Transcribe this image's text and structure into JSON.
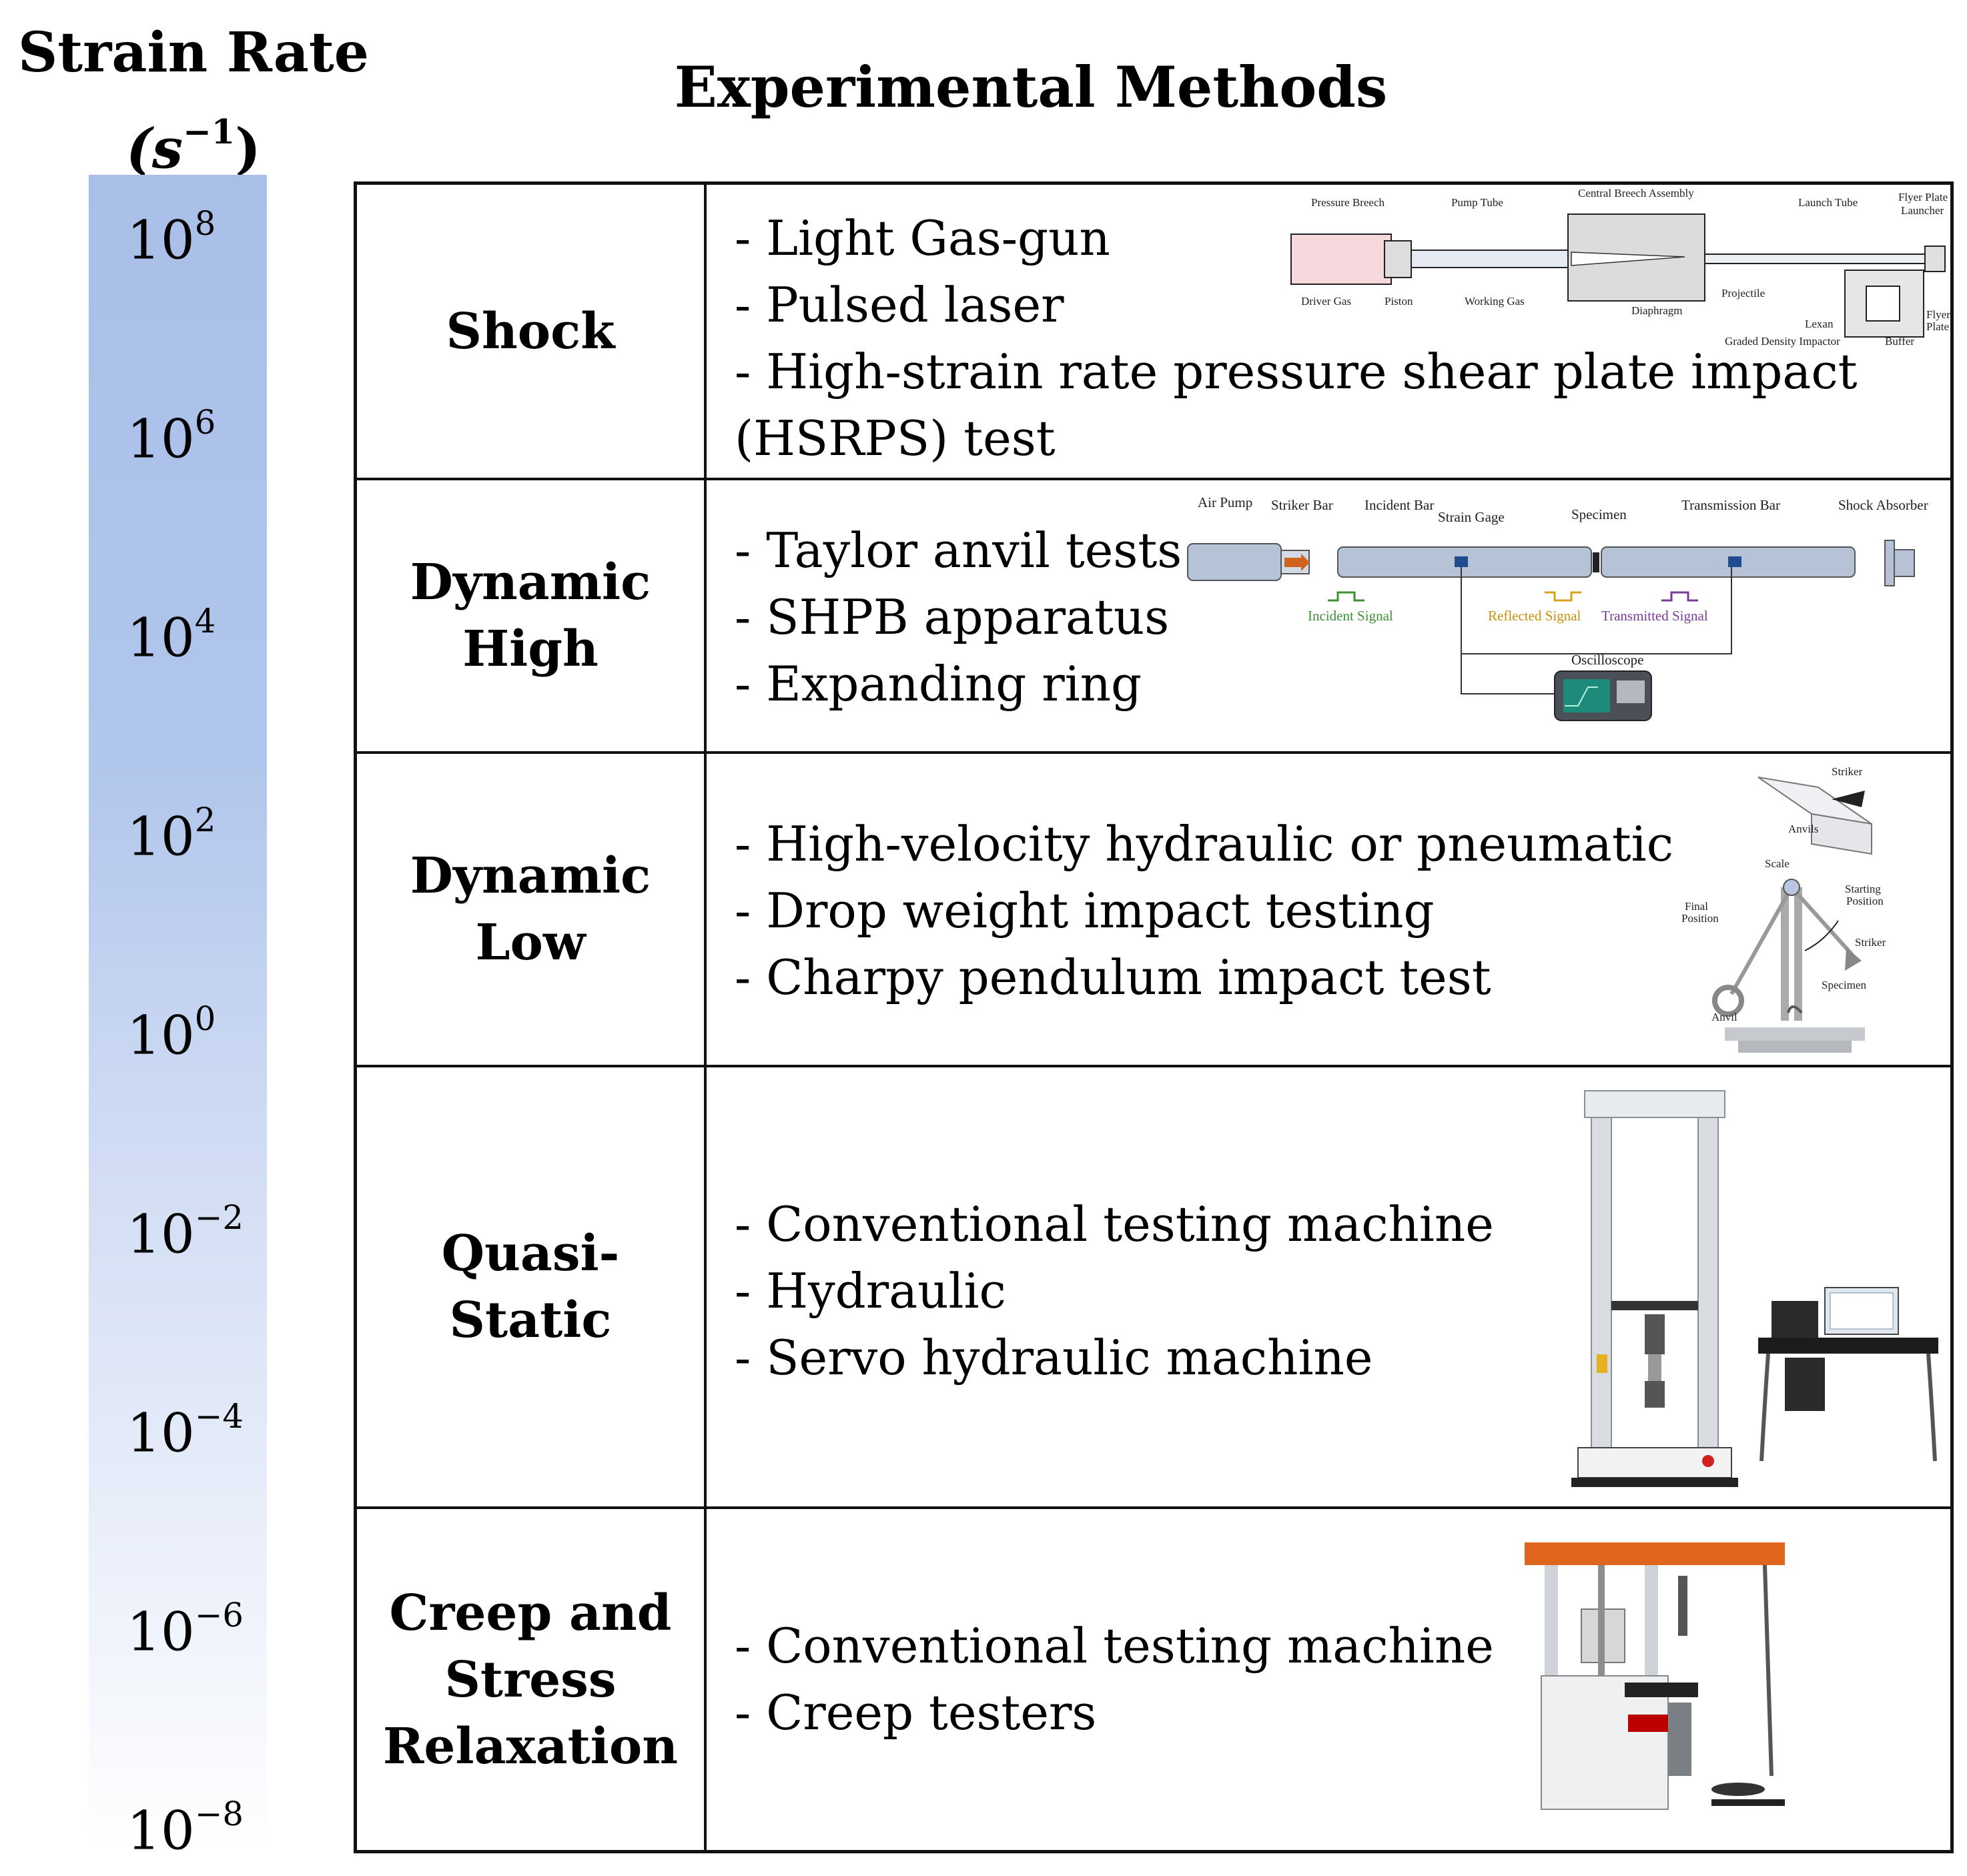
{
  "axis": {
    "title": "Strain  Rate",
    "unit_base": "(s",
    "unit_exp": "−1",
    "unit_close": ")",
    "ticks": [
      {
        "base": "10",
        "exp": "8"
      },
      {
        "base": "10",
        "exp": "6"
      },
      {
        "base": "10",
        "exp": "4"
      },
      {
        "base": "10",
        "exp": "2"
      },
      {
        "base": "10",
        "exp": "0"
      },
      {
        "base": "10",
        "exp": "−2"
      },
      {
        "base": "10",
        "exp": "−4"
      },
      {
        "base": "10",
        "exp": "−6"
      },
      {
        "base": "10",
        "exp": "−8"
      }
    ],
    "gradient_top_color": "#a9bfe8",
    "gradient_bottom_color": "#ffffff"
  },
  "header": {
    "title": "Experimental Methods"
  },
  "rows": [
    {
      "category": [
        "Shock"
      ],
      "methods": [
        "- Light Gas-gun",
        "- Pulsed laser",
        "- High-strain rate pressure shear plate impact",
        "(HSRPS) test"
      ]
    },
    {
      "category": [
        "Dynamic",
        "High"
      ],
      "methods": [
        "- Taylor anvil tests",
        "- SHPB apparatus",
        "- Expanding ring"
      ]
    },
    {
      "category": [
        "Dynamic",
        "Low"
      ],
      "methods": [
        "- High-velocity hydraulic or pneumatic",
        "- Drop weight impact testing",
        "- Charpy pendulum impact test"
      ]
    },
    {
      "category": [
        "Quasi-",
        "Static"
      ],
      "methods": [
        "- Conventional testing machine",
        "- Hydraulic",
        "- Servo hydraulic machine"
      ]
    },
    {
      "category": [
        "Creep and",
        "Stress",
        "Relaxation"
      ],
      "methods": [
        "- Conventional testing machine",
        "- Creep testers"
      ]
    }
  ],
  "gasgun": {
    "pressure_breech": "Pressure Breech",
    "pump_tube": "Pump Tube",
    "central_breech": "Central Breech Assembly",
    "launch_tube": "Launch Tube",
    "flyer_launcher": "Flyer Plate",
    "flyer_launcher2": "Launcher",
    "driver_gas": "Driver Gas",
    "piston": "Piston",
    "working_gas": "Working Gas",
    "diaphragm": "Diaphragm",
    "projectile": "Projectile",
    "lexan": "Lexan",
    "flyer": "Flyer",
    "plate": "Plate",
    "graded": "Graded Density Impactor",
    "buffer": "Buffer"
  },
  "shpb": {
    "air_pump": "Air Pump",
    "striker_bar": "Striker Bar",
    "incident_bar": "Incident Bar",
    "strain_gage": "Strain Gage",
    "specimen": "Specimen",
    "transmission_bar": "Transmission Bar",
    "shock_absorber": "Shock Absorber",
    "incident_signal": "Incident Signal",
    "reflected_signal": "Reflected Signal",
    "transmitted_signal": "Transmitted Signal",
    "oscilloscope": "Oscilloscope"
  },
  "charpy": {
    "striker_top": "Striker",
    "anvils": "Anvils",
    "scale": "Scale",
    "starting": "Starting",
    "position": "Position",
    "final": "Final",
    "final_position": "Position",
    "striker": "Striker",
    "specimen": "Specimen",
    "anvil": "Anvil"
  }
}
